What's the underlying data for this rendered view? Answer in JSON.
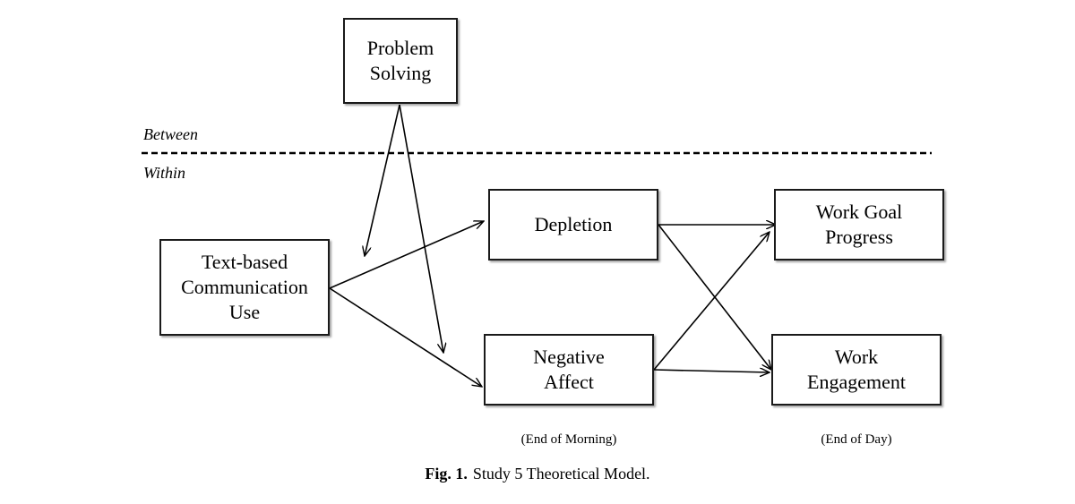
{
  "figure": {
    "nodes": {
      "problem_solving": "Problem\nSolving",
      "text_based": "Text-based\nCommunication\nUse",
      "depletion": "Depletion",
      "negative_affect": "Negative\nAffect",
      "work_goal": "Work Goal\nProgress",
      "work_engagement": "Work\nEngagement"
    },
    "levels": {
      "between": "Between",
      "within": "Within"
    },
    "time_labels": {
      "end_of_morning": "(End of Morning)",
      "end_of_day": "(End of Day)"
    },
    "caption": {
      "number": "Fig. 1.",
      "text": "Study 5 Theoretical Model."
    },
    "edges": [
      {
        "from": "text_based",
        "to": "depletion"
      },
      {
        "from": "text_based",
        "to": "negative_affect"
      },
      {
        "from": "problem_solving",
        "to": "path_text_based_depletion"
      },
      {
        "from": "problem_solving",
        "to": "path_text_based_negative_affect"
      },
      {
        "from": "depletion",
        "to": "work_goal"
      },
      {
        "from": "depletion",
        "to": "work_engagement"
      },
      {
        "from": "negative_affect",
        "to": "work_goal"
      },
      {
        "from": "negative_affect",
        "to": "work_engagement"
      }
    ]
  }
}
